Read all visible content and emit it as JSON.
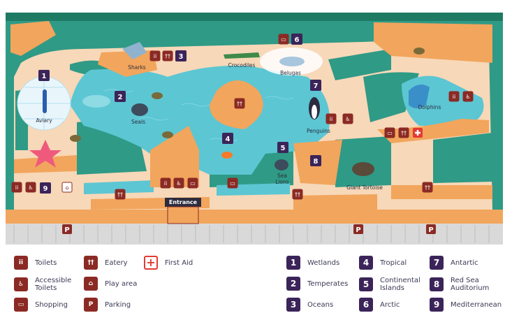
{
  "map_labels": {
    "sharks": "Sharks",
    "crocodiles": "Crocodiles",
    "belugas": "Belugas",
    "aviary": "Aviary",
    "seals": "Seals",
    "penguins": "Penguins",
    "dolphins": "Dolphins",
    "sea_lions": "Sea\nLions",
    "giant_tortoise": "Giant Tortoise",
    "entrance": "Entrance"
  },
  "zone_markers": [
    "1",
    "2",
    "3",
    "4",
    "5",
    "6",
    "7",
    "8",
    "9"
  ],
  "parking_glyph": "P",
  "legend_facilities": [
    {
      "label": "Toilets",
      "icon": "toilets-icon"
    },
    {
      "label": "Accessible\nToilets",
      "icon": "accessible-toilet-icon"
    },
    {
      "label": "Shopping",
      "icon": "shopping-bag-icon"
    },
    {
      "label": "Eatery",
      "icon": "eatery-icon"
    },
    {
      "label": "Play area",
      "icon": "play-area-icon"
    },
    {
      "label": "Parking",
      "icon": "parking-icon"
    },
    {
      "label": "First Aid",
      "icon": "first-aid-icon"
    }
  ],
  "legend_zones": [
    {
      "number": "1",
      "label": "Wetlands"
    },
    {
      "number": "2",
      "label": "Temperates"
    },
    {
      "number": "3",
      "label": "Oceans"
    },
    {
      "number": "4",
      "label": "Tropical"
    },
    {
      "number": "5",
      "label": "Continental\nIslands"
    },
    {
      "number": "6",
      "label": "Arctic"
    },
    {
      "number": "7",
      "label": "Antartic"
    },
    {
      "number": "8",
      "label": "Red Sea\nAuditorium"
    },
    {
      "number": "9",
      "label": "Mediterranean"
    }
  ],
  "colors": {
    "water": "#5cc6d3",
    "grass": "#2f9a86",
    "path": "#f7d8b8",
    "sand": "#f2a55c",
    "facility": "#8b2a24",
    "zone": "#3b2459",
    "first_aid": "#e23b32"
  }
}
